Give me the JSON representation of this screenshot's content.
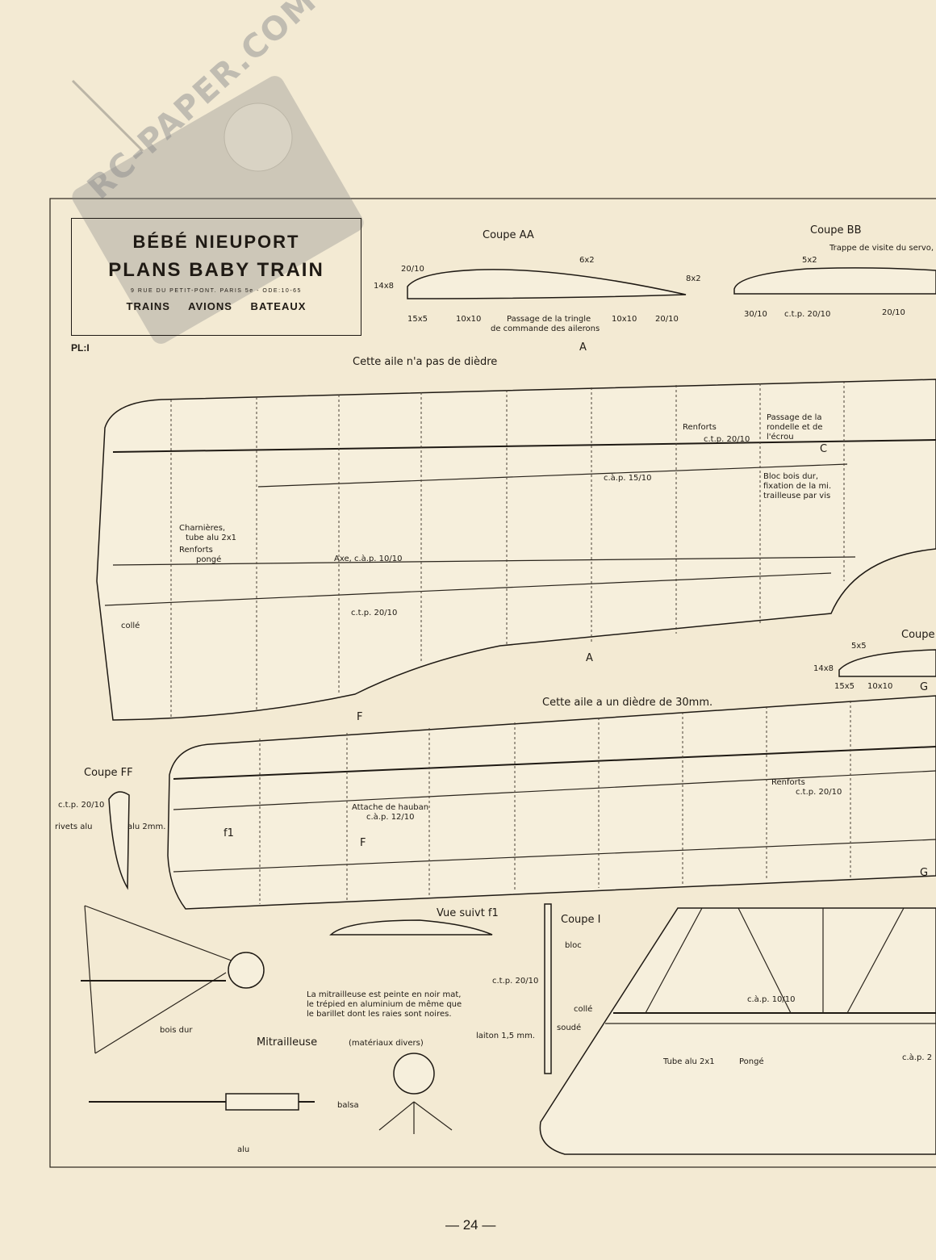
{
  "title_block": {
    "line1": "BÉBÉ NIEUPORT",
    "line2": "PLANS BABY TRAIN",
    "address": "9 RUE DU PETIT-PONT.   PARIS 5e  -  ODE:10-65",
    "categories": "TRAINS AVIONS BATEAUX",
    "plate": "PL:I"
  },
  "watermark": "RC-PAPER.COM",
  "coupe_aa": {
    "title": "Coupe AA",
    "labels": [
      "20/10",
      "6x2",
      "8x2",
      "14x8",
      "15x5",
      "10x10",
      "Passage de la tringle",
      "de commande des ailerons",
      "10x10",
      "20/10"
    ]
  },
  "coupe_bb": {
    "title": "Coupe BB",
    "labels": [
      "Trappe de visite du servo,",
      "5x2",
      "30/10",
      "c.t.p. 20/10",
      "20/10"
    ]
  },
  "upper_wing": {
    "title": "Cette aile n'a pas de dièdre",
    "section_mark_a": "A",
    "section_mark_a2": "A",
    "labels": {
      "renforts": "Renforts",
      "renforts_ctp": "c.t.p. 20/10",
      "passage1": "Passage de la",
      "passage2": "rondelle et de",
      "passage3": "l'écrou",
      "c_mark": "C",
      "bloc1": "Bloc bois dur,",
      "bloc2": "fixation de la mi.",
      "bloc3": "trailleuse par vis",
      "cap15": "c.à.p. 15/10",
      "charnieres1": "Charnières,",
      "charnieres2": "tube alu 2x1",
      "renforts_ponge1": "Renforts",
      "renforts_ponge2": "pongé",
      "axe": "Axe, c.à.p. 10/10",
      "ctp2010": "c.t.p. 20/10",
      "colle": "collé"
    }
  },
  "coupe_g": {
    "title": "Coupe",
    "labels": [
      "5x5",
      "14x8",
      "15x5",
      "10x10",
      "G"
    ]
  },
  "lower_wing": {
    "title": "Cette aile a un dièdre de 30mm.",
    "f_mark": "F",
    "f_mark2": "F",
    "f1_arrow": "f1",
    "attache1": "Attache de hauban",
    "attache2": "c.à.p. 12/10",
    "renforts": "Renforts",
    "renforts_ctp": "c.t.p. 20/10",
    "g_mark": "G"
  },
  "coupe_ff": {
    "title": "Coupe FF",
    "labels": [
      "c.t.p. 20/10",
      "rivets alu",
      "alu 2mm."
    ]
  },
  "vue_f1": {
    "title": "Vue suivt f1"
  },
  "coupe_i": {
    "title": "Coupe I",
    "labels": [
      "bloc",
      "c.t.p. 20/10",
      "collé",
      "soudé",
      "laiton 1,5 mm."
    ]
  },
  "aileron": {
    "labels": [
      "c.à.p. 10/10",
      "Tube alu 2x1",
      "Pongé",
      "c.à.p. 2"
    ]
  },
  "mitrailleuse": {
    "note1": "La mitrailleuse est peinte en noir mat,",
    "note2": "le trépied en aluminium de même que",
    "note3": "le barillet dont les raies sont noires.",
    "title": "Mitrailleuse",
    "subtitle": "(matériaux divers)",
    "bois_dur": "bois dur",
    "balsa": "balsa",
    "alu": "alu"
  },
  "page_number": "— 24 —"
}
